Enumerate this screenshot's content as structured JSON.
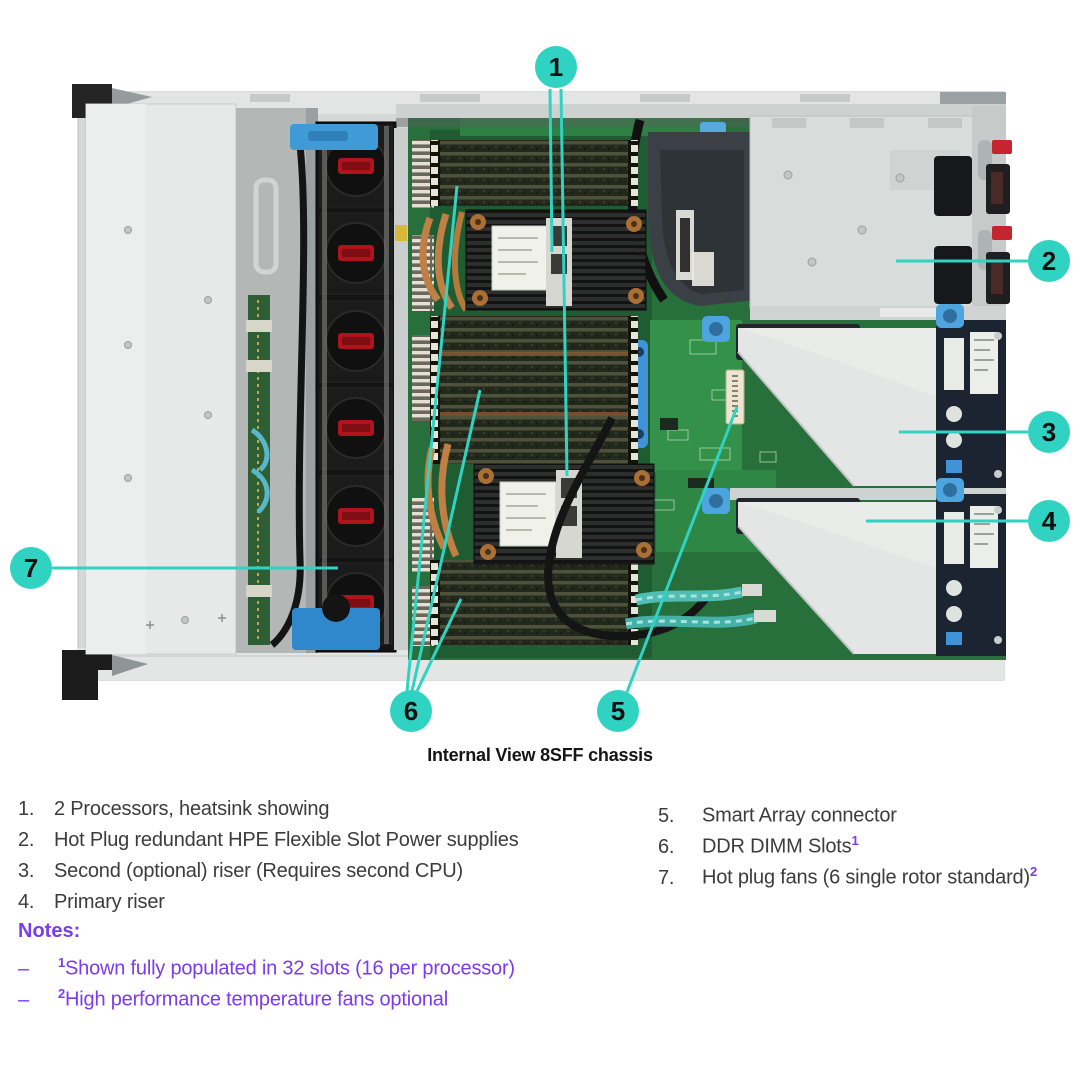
{
  "colors": {
    "callout_teal": "#30d2c2",
    "note_purple": "#7c3bee",
    "legend_text": "#3c3c3c",
    "caption_text": "#151515"
  },
  "figure": {
    "caption": "Internal View 8SFF chassis",
    "callouts": [
      {
        "label": "1"
      },
      {
        "label": "2"
      },
      {
        "label": "3"
      },
      {
        "label": "4"
      },
      {
        "label": "5"
      },
      {
        "label": "6"
      },
      {
        "label": "7"
      }
    ]
  },
  "legend": {
    "left": [
      {
        "num": "1.",
        "text": "2 Processors, heatsink showing"
      },
      {
        "num": "2.",
        "text": "Hot Plug redundant HPE Flexible Slot Power supplies"
      },
      {
        "num": "3.",
        "text": "Second (optional) riser (Requires second CPU)"
      },
      {
        "num": "4.",
        "text": "Primary riser"
      }
    ],
    "right": [
      {
        "num": "5.",
        "text": "Smart Array connector",
        "sup": ""
      },
      {
        "num": "6.",
        "text": "DDR DIMM Slots",
        "sup": "1"
      },
      {
        "num": "7.",
        "text": "Hot plug fans (6 single rotor standard)",
        "sup": "2"
      }
    ]
  },
  "notes": {
    "label": "Notes:",
    "items": [
      {
        "bullet": "–",
        "sup": "1",
        "text": "Shown fully populated in 32 slots (16 per processor)"
      },
      {
        "bullet": "–",
        "sup": "2",
        "text": "High performance temperature fans optional"
      }
    ]
  }
}
